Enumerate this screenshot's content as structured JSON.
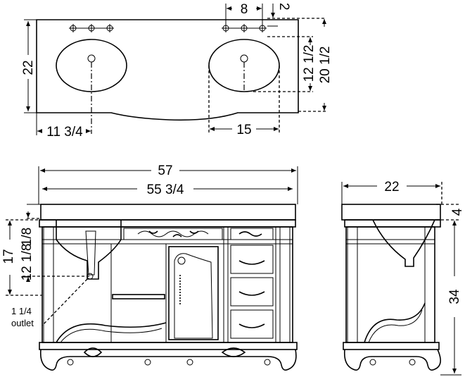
{
  "top_view": {
    "faucet_spacing": "8",
    "faucet_offset": "2",
    "sink_depth_front": "12 1/2",
    "sink_front_offset": "20 1/2",
    "depth": "22",
    "sink_center": "11 3/4",
    "sink_width": "15"
  },
  "front_view": {
    "overall_width": "57",
    "top_width": "55 3/4",
    "top_to_drain": "1/8",
    "floor_to_drain": "12 1/8",
    "drain_height": "17",
    "outlet_label_line1": "1 1/4",
    "outlet_label_line2": "outlet"
  },
  "side_view": {
    "depth": "22",
    "top_thickness": "4",
    "height": "34"
  }
}
